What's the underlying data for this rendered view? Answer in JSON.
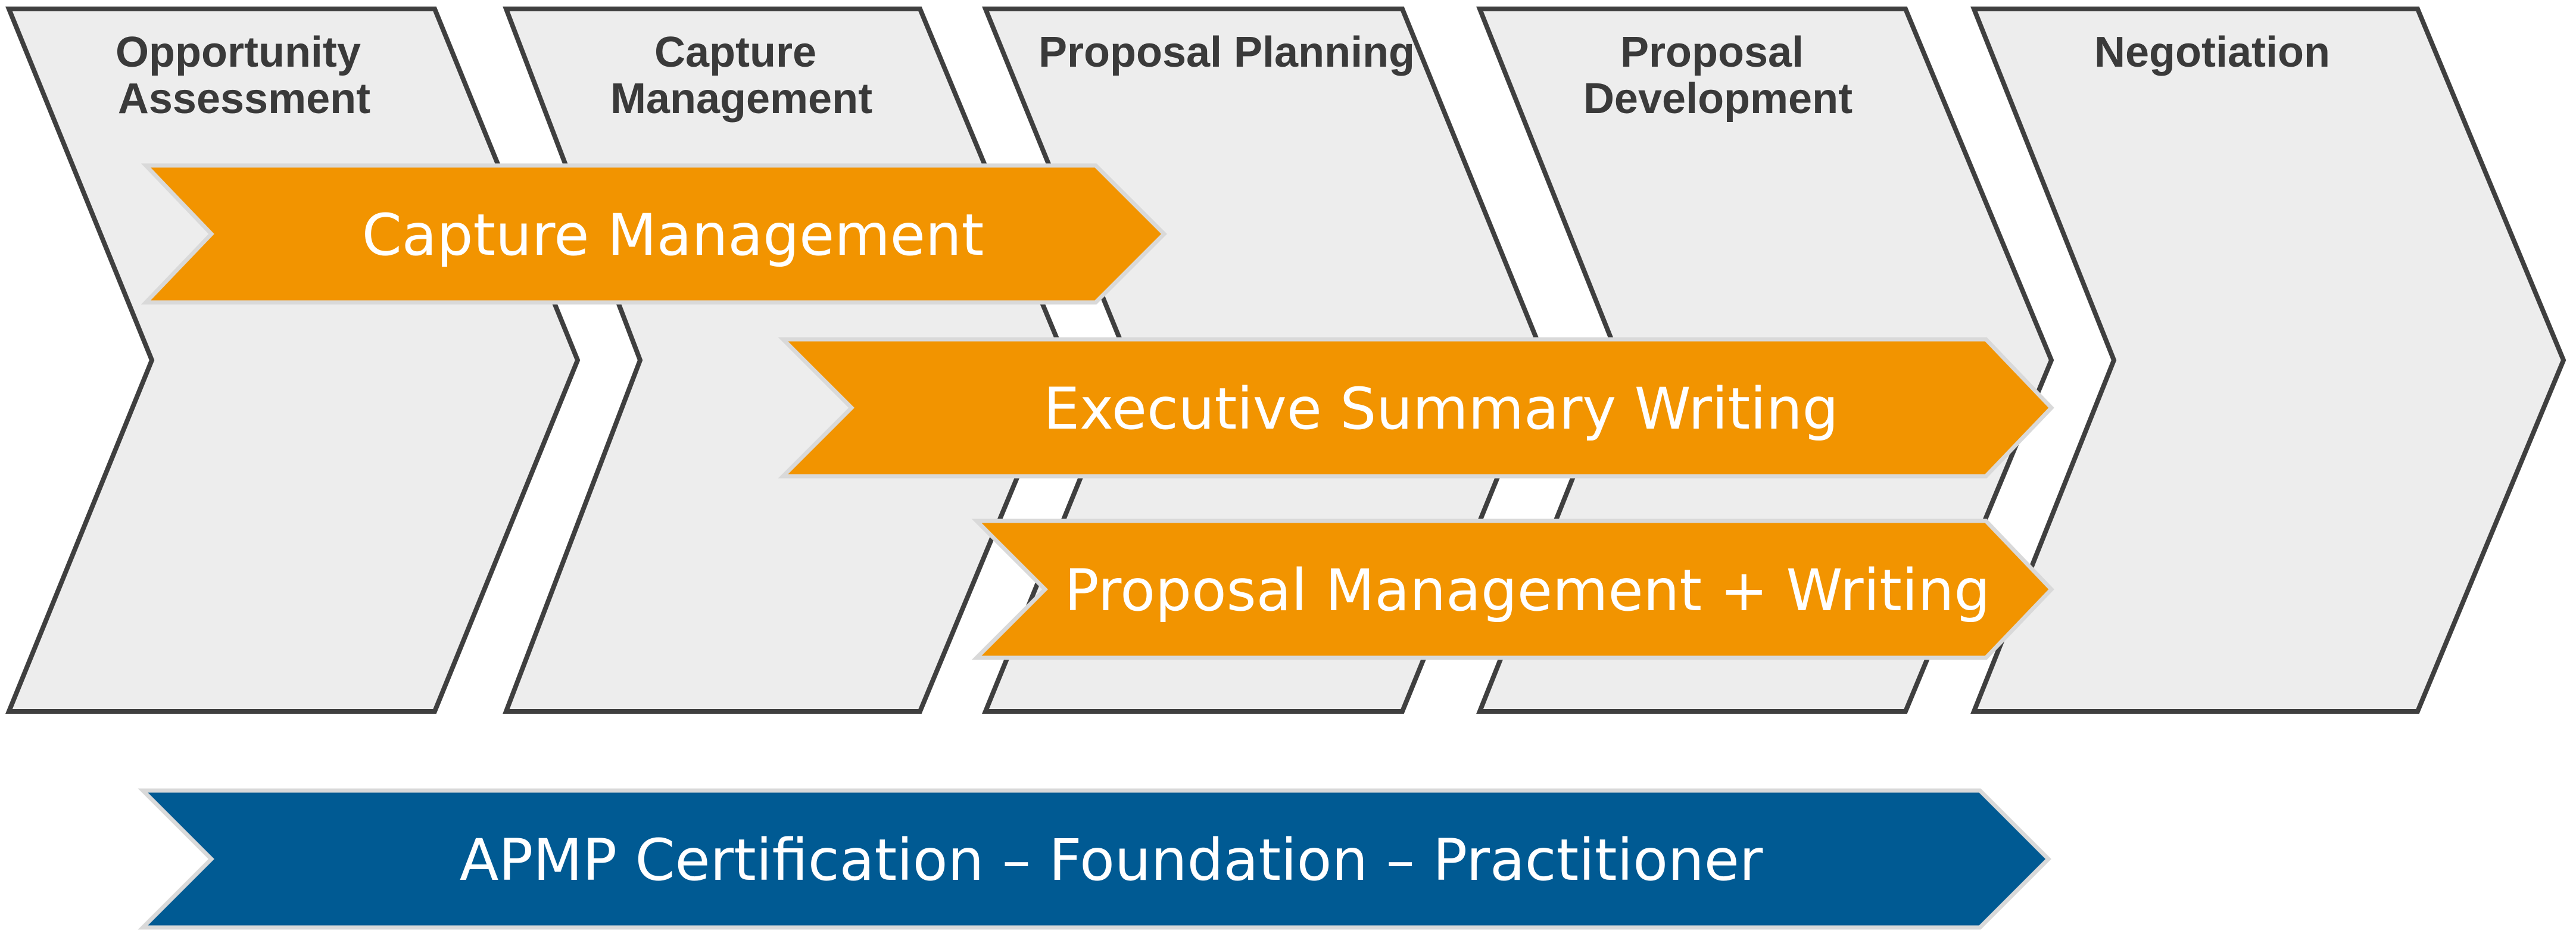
{
  "stages": [
    {
      "id": "opportunity-assessment",
      "lines": [
        "Opportunity",
        "Assessment"
      ]
    },
    {
      "id": "capture-management",
      "lines": [
        "Capture",
        "Management"
      ]
    },
    {
      "id": "proposal-planning",
      "lines": [
        "Proposal Planning"
      ]
    },
    {
      "id": "proposal-development",
      "lines": [
        "Proposal",
        "Development"
      ]
    },
    {
      "id": "negotiation",
      "lines": [
        "Negotiation"
      ]
    }
  ],
  "bars": [
    {
      "id": "capture-management",
      "label": "Capture Management",
      "color": "#F29400"
    },
    {
      "id": "executive-summary-writing",
      "label": "Executive Summary Writing",
      "color": "#F29400"
    },
    {
      "id": "proposal-management-writing",
      "label": "Proposal Management + Writing",
      "color": "#F29400"
    },
    {
      "id": "apmp-certification",
      "label": "APMP Certification – Foundation – Practitioner",
      "color": "#005A93"
    }
  ],
  "colors": {
    "stage_fill": "#EDEDED",
    "stage_stroke": "#3F3F3F",
    "bar_stroke": "#D9D9D9",
    "stage_text": "#3A3A3A",
    "bar_text": "#FFFFFF"
  }
}
